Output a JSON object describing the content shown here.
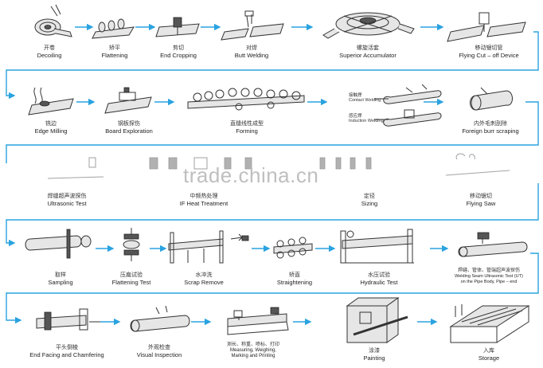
{
  "watermark": "trade.china.cn",
  "steps": [
    {
      "id": "decoiling",
      "cn": "开卷",
      "en": "Decoiling"
    },
    {
      "id": "flattening",
      "cn": "矫平",
      "en": "Flattening"
    },
    {
      "id": "end-cropping",
      "cn": "剪切",
      "en": "End Cropping"
    },
    {
      "id": "butt-welding",
      "cn": "对焊",
      "en": "Butt Welding"
    },
    {
      "id": "superior-accumulator",
      "cn": "螺旋活套",
      "en": "Superior Accumulator"
    },
    {
      "id": "flying-cut-off",
      "cn": "移动锯切管",
      "en": "Flying Cut – off Device"
    },
    {
      "id": "edge-milling",
      "cn": "铣边",
      "en": "Edge Milling"
    },
    {
      "id": "board-exploration",
      "cn": "钢板探伤",
      "en": "Board Exploration"
    },
    {
      "id": "forming",
      "cn": "直缝线性成型",
      "en": "Forming"
    },
    {
      "id": "foreign-burr-scraping",
      "cn": "内外毛刺刮除",
      "en": "Foreign burr scraping"
    },
    {
      "id": "ultrasonic-test",
      "cn": "焊缝超声波探伤",
      "en": "Ultrasonic Test"
    },
    {
      "id": "if-heat-treatment",
      "cn": "中频热处理",
      "en": "IF Heat Treatment"
    },
    {
      "id": "sizing",
      "cn": "定径",
      "en": "Sizing"
    },
    {
      "id": "flying-saw",
      "cn": "移动锯切",
      "en": "Flying Saw"
    },
    {
      "id": "sampling",
      "cn": "取样",
      "en": "Sampling"
    },
    {
      "id": "flattening-test",
      "cn": "压扁试验",
      "en": "Flattening Test"
    },
    {
      "id": "scrap-remove",
      "cn": "水冲洗",
      "en": "Scrap Remove"
    },
    {
      "id": "straightening",
      "cn": "矫直",
      "en": "Straightening"
    },
    {
      "id": "hydraulic-test",
      "cn": "水压试验",
      "en": "Hydraulic Test"
    },
    {
      "id": "weld-ut",
      "cn": "焊缝、管体、管端超声波探伤",
      "en": "Welding Seam Ultrasonic Test (UT)",
      "en2": "on the Pipe Body, Pipe – end"
    },
    {
      "id": "end-facing",
      "cn": "平头倒棱",
      "en": "End Facing and Chamfering"
    },
    {
      "id": "visual-inspection",
      "cn": "外观检查",
      "en": "Visual Inspection"
    },
    {
      "id": "measuring",
      "cn": "测长、称重、喷标、打印",
      "en": "Measuring, Weighing,",
      "en2": "Marking and Printing"
    },
    {
      "id": "painting",
      "cn": "涂漆",
      "en": "Painting"
    },
    {
      "id": "storage",
      "cn": "入库",
      "en": "Storage"
    }
  ],
  "welding_options": {
    "contact": {
      "cn": "接触焊",
      "en": "Contact Welding"
    },
    "induction": {
      "cn": "感应焊",
      "en": "Induction Welding"
    }
  },
  "colors": {
    "arrow": "#2aa3e0",
    "line": "#333333",
    "watermark": "#bfbfbf"
  }
}
